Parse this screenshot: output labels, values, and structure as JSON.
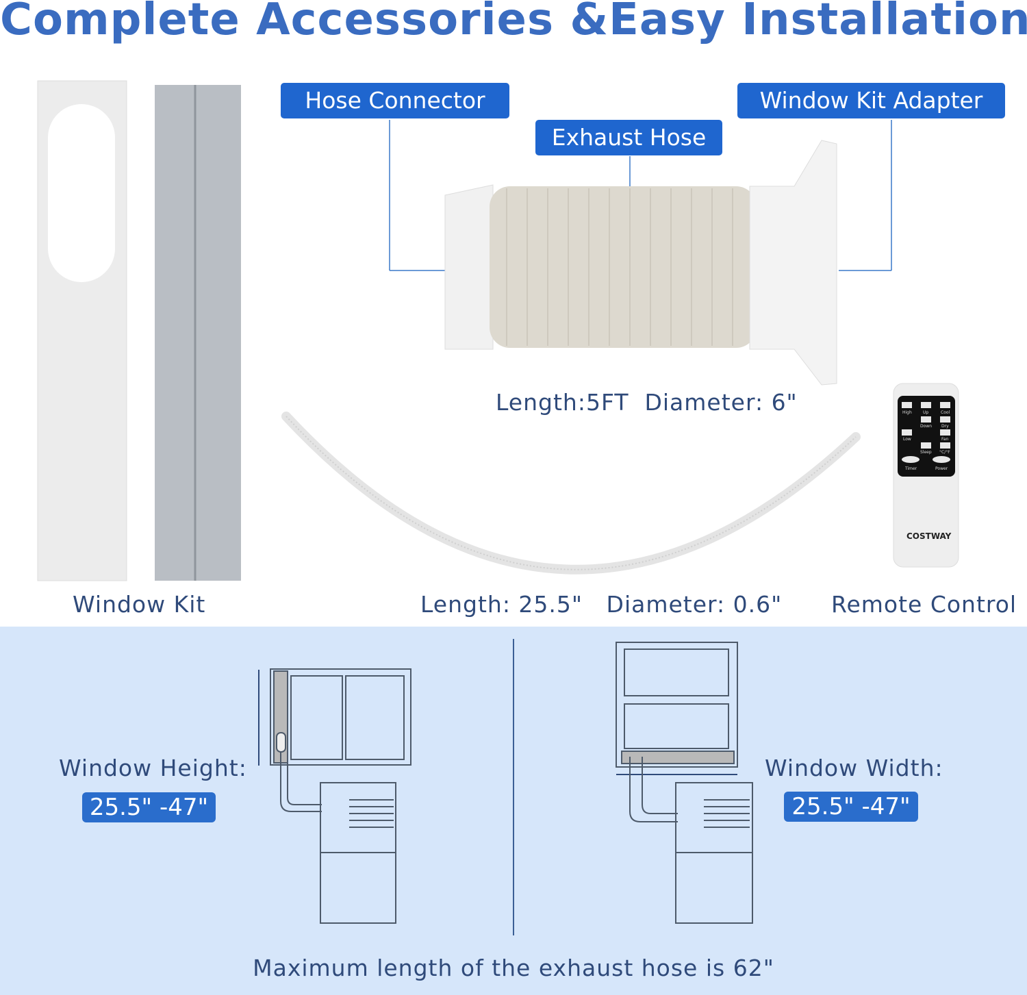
{
  "title": "Complete Accessories &Easy Installation",
  "labels": {
    "hose_connector": "Hose Connector",
    "exhaust_hose": "Exhaust Hose",
    "window_kit_adapter": "Window Kit Adapter"
  },
  "captions": {
    "exhaust_hose_spec": "Length:5FT  Diameter: 6\"",
    "window_kit": "Window Kit",
    "drain_hose_spec": "Length: 25.5\"   Diameter: 0.6\"",
    "remote_control": "Remote Control"
  },
  "remote": {
    "brand": "COSTWAY",
    "buttons": [
      "High",
      "Up",
      "Cool",
      "Down",
      "Dry",
      "Low",
      "Fan",
      "Sleep",
      "°C/°F",
      "Timer",
      "Power"
    ]
  },
  "installation": {
    "height_label": "Window Height:",
    "height_range": "25.5\" -47\"",
    "width_label": "Window Width:",
    "width_range": "25.5\" -47\"",
    "footer": "Maximum length of the exhaust hose is 62\""
  },
  "colors": {
    "title": "#3a6cc0",
    "tag": "#1f66cf",
    "text": "#2f4a7a",
    "panel": "#d6e6fa"
  }
}
